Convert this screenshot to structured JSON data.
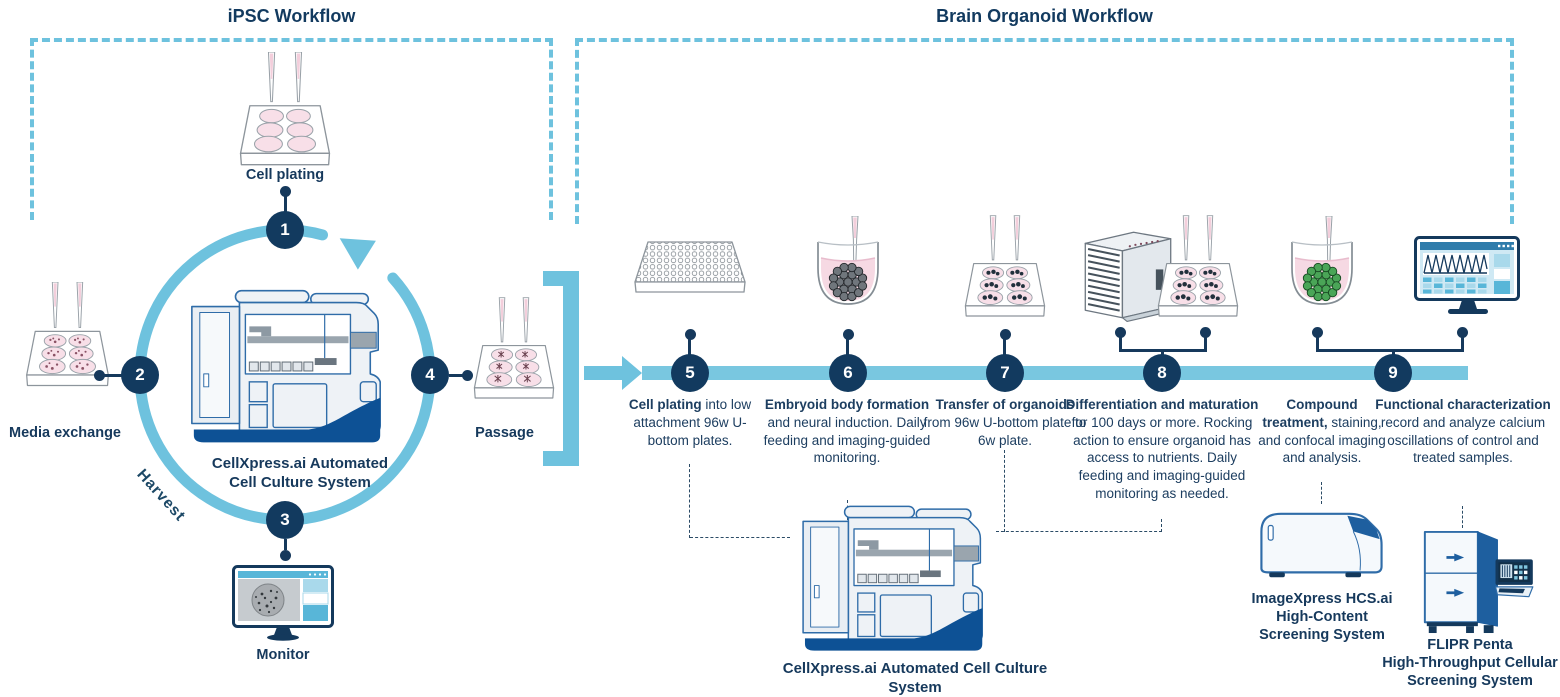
{
  "colors": {
    "navy": "#16395c",
    "light_blue": "#6ec2de",
    "timeline_blue": "#79c7e0",
    "pink": "#f8dfe8",
    "instrument_blue": "#2f6ca8",
    "solid_blue": "#0d5195",
    "spheroid_gray": "#70767c",
    "spheroid_green": "#4aa557"
  },
  "ipsc": {
    "title": "iPSC Workflow",
    "harvest": "Harvest",
    "center_instrument_label": "CellXpress.ai Automated\nCell Culture System",
    "steps": [
      {
        "num": "1",
        "label": "Cell plating"
      },
      {
        "num": "2",
        "label": "Media exchange"
      },
      {
        "num": "3",
        "label": "Monitor"
      },
      {
        "num": "4",
        "label": "Passage"
      }
    ]
  },
  "organoid": {
    "title": "Brain Organoid Workflow",
    "steps": [
      {
        "num": "5",
        "bold": "Cell plating",
        "rest": " into low attachment 96w U-bottom plates."
      },
      {
        "num": "6",
        "bold": "Embryoid body formation",
        "rest": " and neural induction. Daily feeding and imaging-guided monitoring."
      },
      {
        "num": "7",
        "bold": "Transfer of organoids",
        "rest": " from 96w U-bottom plate to 6w plate."
      },
      {
        "num": "8",
        "bold": "Differentiation and maturation",
        "rest": " for 100 days or more. Rocking action to ensure organoid has access to nutrients. Daily feeding and imaging-guided monitoring as needed."
      }
    ],
    "step9": {
      "num": "9",
      "compound": {
        "bold": "Compound treatment,",
        "rest": " staining, and confocal imaging and analysis."
      },
      "functional": {
        "bold": "Functional characterization",
        "rest": " record and analyze calcium oscillations of control and treated samples."
      }
    },
    "bottom_instrument_label": "CellXpress.ai Automated Cell Culture System",
    "imagexpress_label": "ImageXpress HCS.ai\nHigh-Content\nScreening System",
    "flipr_label": "FLIPR Penta\nHigh-Throughput Cellular\nScreening System"
  }
}
